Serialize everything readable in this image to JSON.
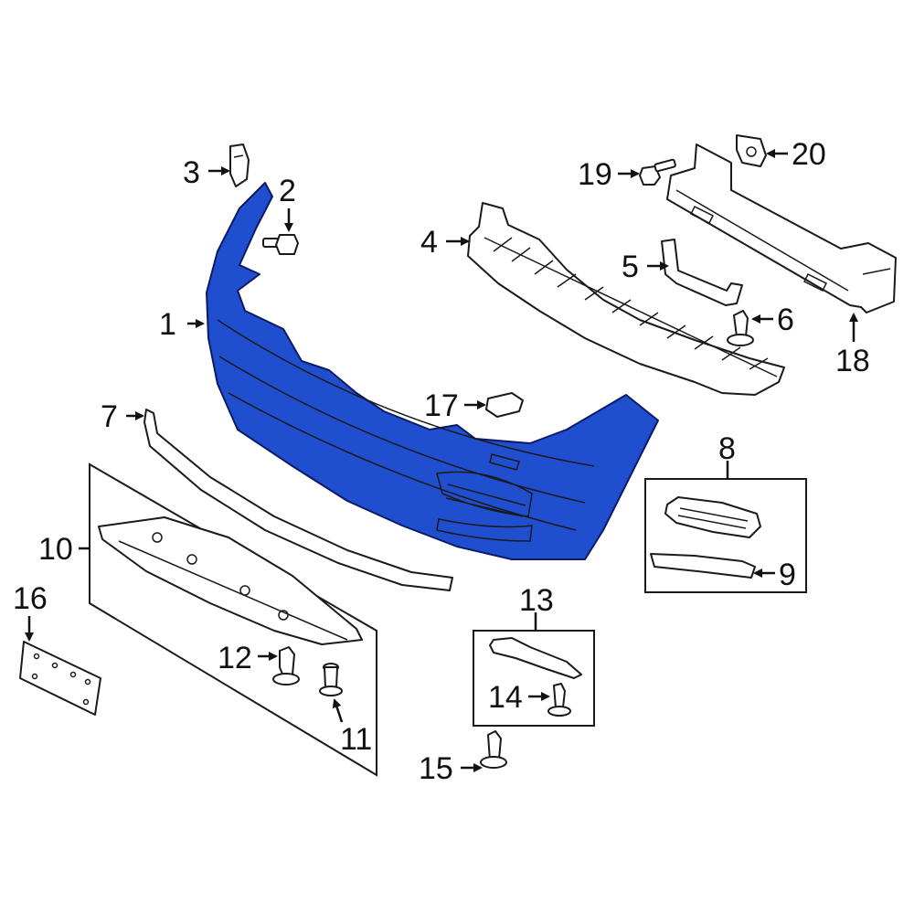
{
  "colors": {
    "highlight": "#1f4fcf",
    "line": "#1a1a1a"
  },
  "labels": {
    "p1": "1",
    "p2": "2",
    "p3": "3",
    "p4": "4",
    "p5": "5",
    "p6": "6",
    "p7": "7",
    "p8": "8",
    "p9": "9",
    "p10": "10",
    "p11": "11",
    "p12": "12",
    "p13": "13",
    "p14": "14",
    "p15": "15",
    "p16": "16",
    "p17": "17",
    "p18": "18",
    "p19": "19",
    "p20": "20"
  }
}
